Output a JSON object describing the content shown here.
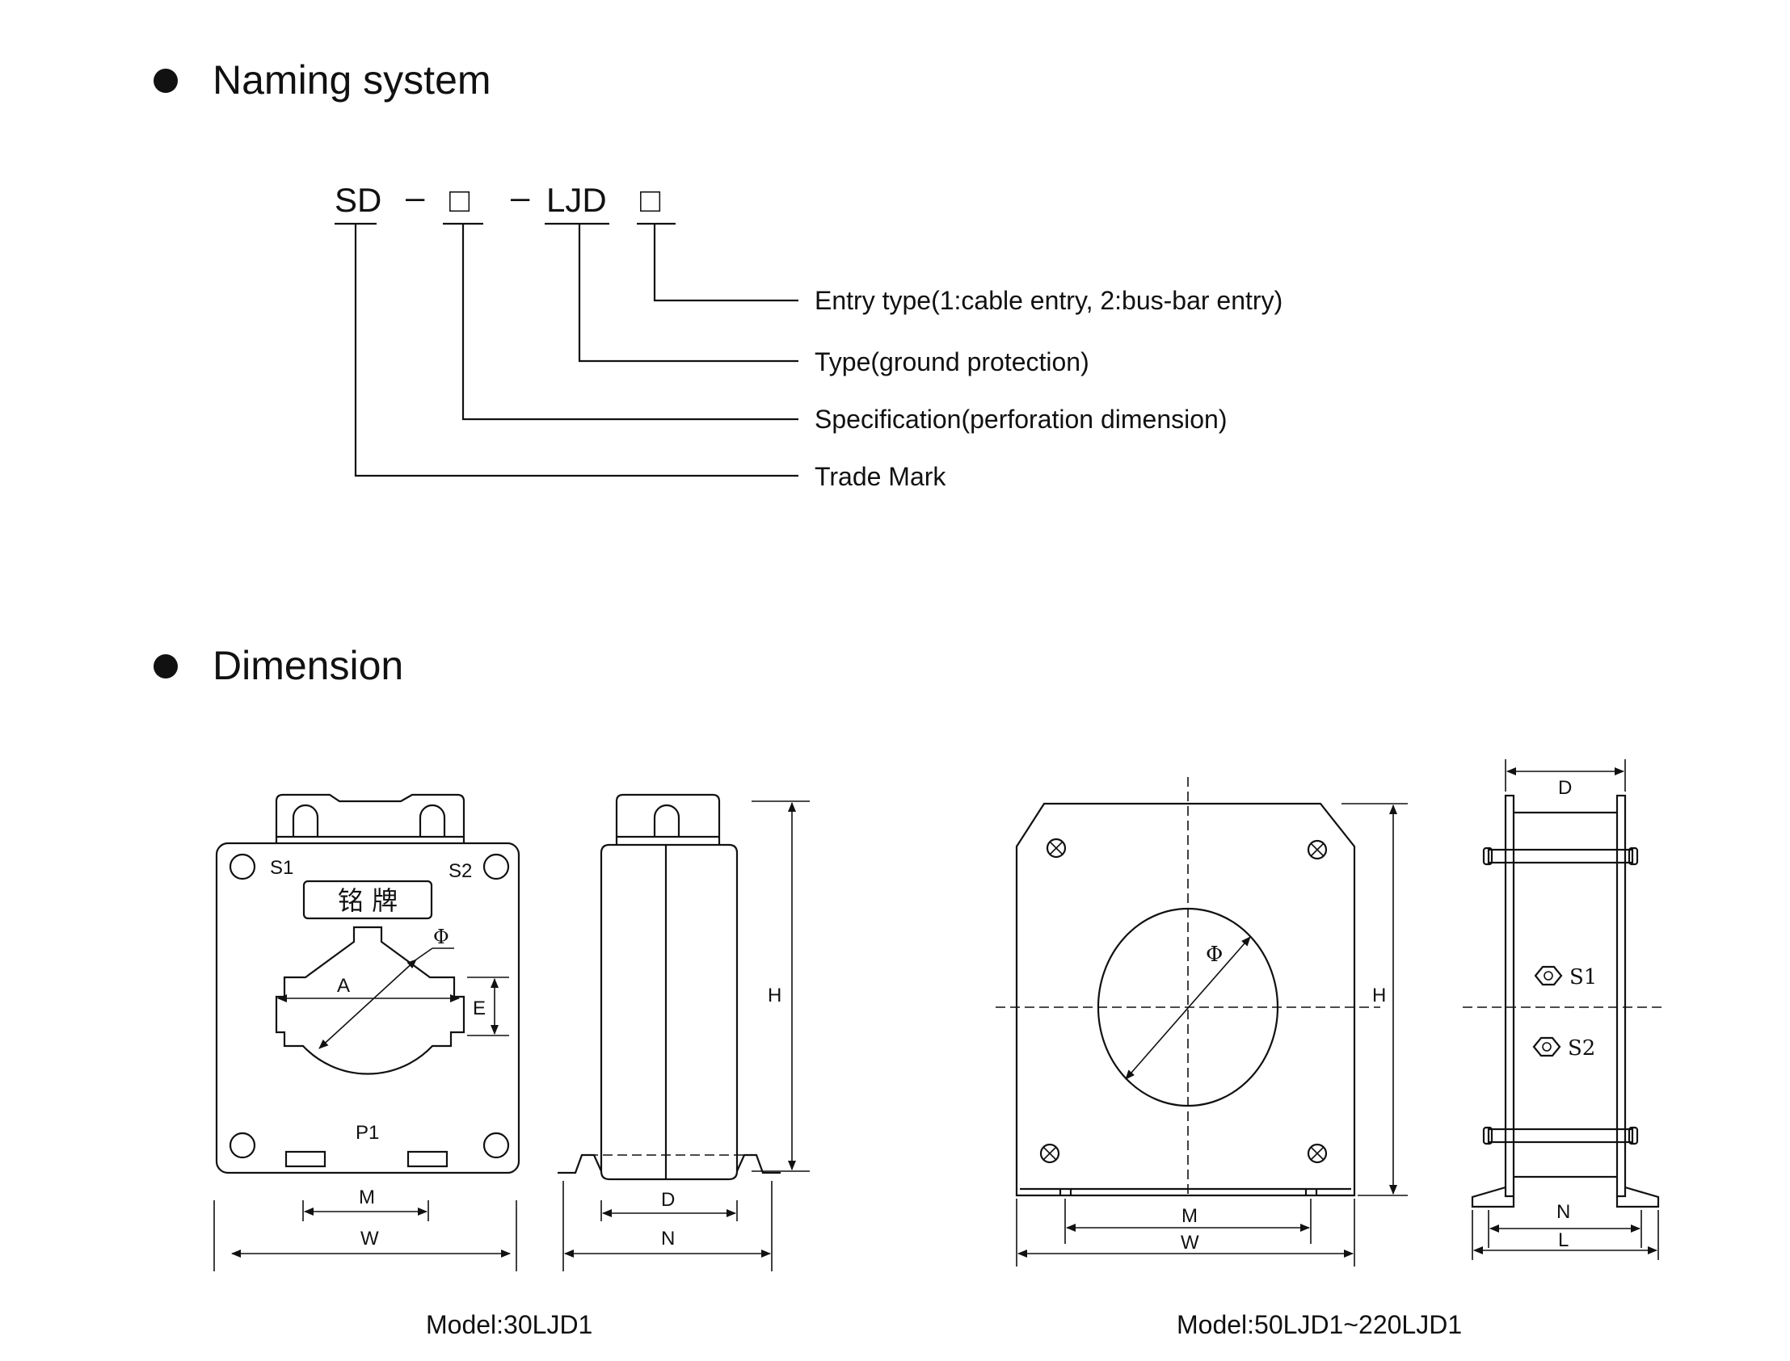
{
  "naming": {
    "title": "Naming system",
    "code": {
      "prefix": "SD",
      "dash1": "–",
      "box1": "□",
      "dash2": "–",
      "middle": "LJD",
      "box2": "□"
    },
    "legend": [
      "Entry type(1:cable entry, 2:bus-bar entry)",
      "Type(ground protection)",
      "Specification(perforation dimension)",
      "Trade Mark"
    ]
  },
  "dimension": {
    "title": "Dimension",
    "model_30": {
      "caption": "Model:30LJD1",
      "terminal_s1": "S1",
      "terminal_s2": "S2",
      "terminal_p1": "P1",
      "nameplate": "铭 牌",
      "dims": {
        "phi": "Φ",
        "a": "A",
        "e": "E",
        "m": "M",
        "w": "W",
        "h": "H",
        "d": "D",
        "n": "N"
      }
    },
    "model_50_220": {
      "caption": "Model:50LJD1~220LJD1",
      "terminal_s1": "S1",
      "terminal_s2": "S2",
      "dims": {
        "phi": "Φ",
        "h": "H",
        "m": "M",
        "w": "W",
        "d": "D",
        "n": "N",
        "l": "L"
      }
    }
  }
}
